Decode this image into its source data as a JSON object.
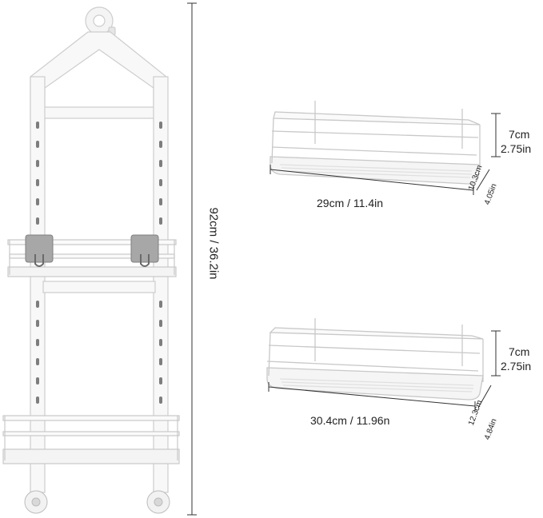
{
  "overall": {
    "height_label": "92cm / 36.2in"
  },
  "basket_top": {
    "width_label": "29cm / 11.4in",
    "height_cm": "7cm",
    "height_in": "2.75in",
    "depth_cm": "10.3cm",
    "depth_in": "4.05in"
  },
  "basket_bottom": {
    "width_label": "30.4cm / 11.96n",
    "height_cm": "7cm",
    "height_in": "2.75in",
    "depth_cm": "12.3cm",
    "depth_in": "4.84in"
  },
  "colors": {
    "frame": "#f7f7f7",
    "outline": "#cfcfcf",
    "hook": "#9a9a9a",
    "dimension_line": "#333333"
  }
}
